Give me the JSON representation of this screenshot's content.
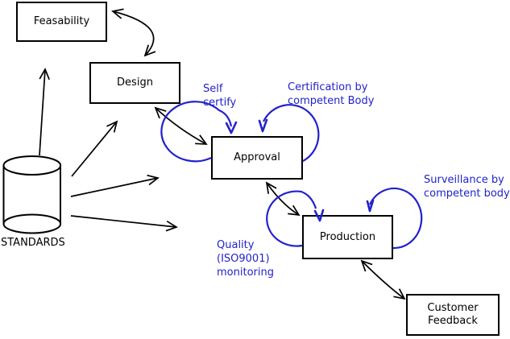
{
  "nodes": {
    "feasability": {
      "label": "Feasability"
    },
    "design": {
      "label": "Design"
    },
    "approval": {
      "label": "Approval"
    },
    "production": {
      "label": "Production"
    },
    "customer_feedback": {
      "line1": "Customer",
      "line2": "Feedback"
    },
    "standards": {
      "label": "STANDARDS"
    }
  },
  "annotations": {
    "self_certify": {
      "line1": "Self",
      "line2": "certify"
    },
    "certification": {
      "line1": "Certification by",
      "line2": "competent Body"
    },
    "surveillance": {
      "line1": "Surveillance by",
      "line2": "competent body"
    },
    "quality_monitoring": {
      "line1": "Quality",
      "line2": "(ISO9001)",
      "line3": "monitoring"
    }
  },
  "colors": {
    "annotation": "#2222cc",
    "stroke": "#000000",
    "background": "#ffffff"
  }
}
